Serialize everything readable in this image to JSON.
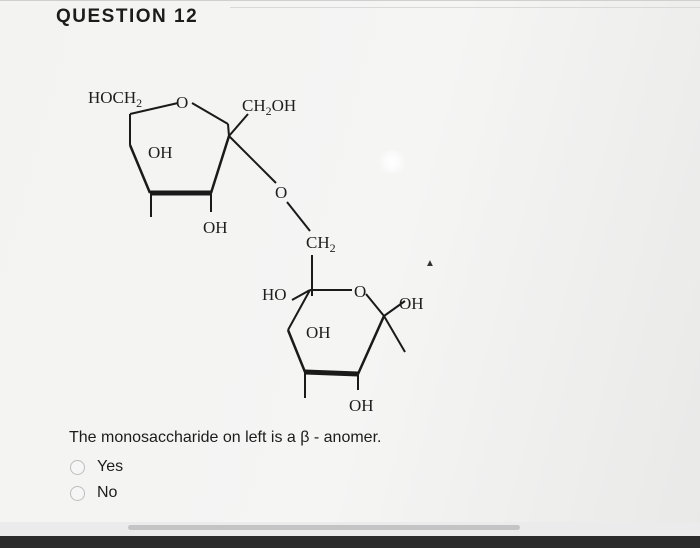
{
  "question": {
    "title": "QUESTION 12"
  },
  "molecule": {
    "hoch2": "HOCH",
    "hoch2_sub": "2",
    "ring_o_top": "O",
    "ch2oh": "CH",
    "ch2oh_sub": "2",
    "ch2oh_tail": "OH",
    "oh_left_top": "OH",
    "oh_bottom_top": "OH",
    "glyco_o": "O",
    "ch2": "CH",
    "ch2_sub": "2",
    "ho": "HO",
    "ring_o_bottom": "O",
    "oh_right": "OH",
    "oh_center": "OH",
    "oh_bottom": "OH"
  },
  "statement": "The monosaccharide on left is a β - anomer.",
  "options": [
    {
      "label": "Yes",
      "selected": false
    },
    {
      "label": "No",
      "selected": false
    }
  ]
}
